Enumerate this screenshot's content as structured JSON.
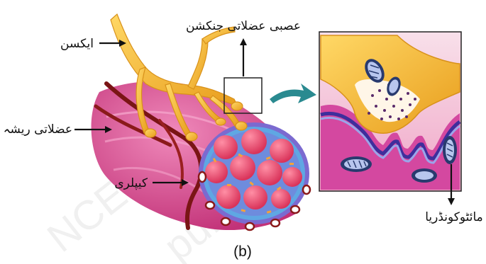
{
  "figure": {
    "caption": "(b)",
    "labels": {
      "axon": "ایکسن",
      "neuromuscular_junction": "عصبی عضلاتی جنکشن",
      "muscle_fibre": "عضلاتی ریشہ",
      "capillary": "کیپلری",
      "mitochondria": "مائٹوکونڈریا"
    },
    "watermark": "NCERT not to be republished"
  },
  "colors": {
    "muscle": "#d8408c",
    "muscle_dark": "#b02a70",
    "nerve": "#f2b127",
    "nerve_light": "#ffd35a",
    "capillary": "#8a1a1a",
    "zoom_box_bg": "#f4c8dc",
    "pointer_arrow": "#2a8a90",
    "fibril": "#f06a8a"
  }
}
